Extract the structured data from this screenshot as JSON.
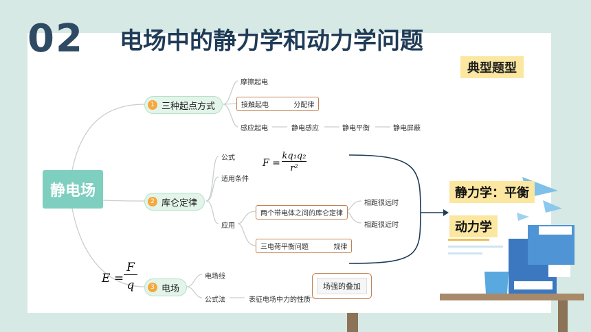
{
  "section_number": "02",
  "title": "电场中的静力学和动力学问题",
  "badge": "典型题型",
  "root": "静电场",
  "branches": [
    {
      "num": "1",
      "label": "三种起点方式"
    },
    {
      "num": "2",
      "label": "库仑定律"
    },
    {
      "num": "3",
      "label": "电场"
    }
  ],
  "b1": {
    "friction": "摩擦起电",
    "contact": "接触起电",
    "contact_rule": "分配律",
    "induction": "感应起电",
    "induction_steps": [
      "静电感应",
      "静电平衡",
      "静电屏蔽"
    ]
  },
  "b2": {
    "formula_label": "公式",
    "condition": "适用条件",
    "application": "应用",
    "two_bodies": "两个带电体之间的库仑定律",
    "far": "相距很远时",
    "near": "相距很近时",
    "three_charge": "三电荷平衡问题",
    "rule": "规律"
  },
  "b3": {
    "field_line": "电场线",
    "formula_method": "公式法",
    "property": "表征电场中力的性质",
    "superposition": "场强的叠加"
  },
  "formulas": {
    "coulomb": {
      "lhs": "F =",
      "num": "kq₁q₂",
      "den": "r²"
    },
    "field": {
      "lhs": "E =",
      "num": "F",
      "den": "q"
    }
  },
  "right_labels": {
    "statics": "静力学：平衡",
    "dynamics": "动力学"
  },
  "colors": {
    "background": "#d6e9e4",
    "title": "#1f3b57",
    "root": "#7ecfc0",
    "accent_orange": "#f5a83b",
    "box_border": "#c2804f",
    "badge": "#fbe7a0"
  }
}
